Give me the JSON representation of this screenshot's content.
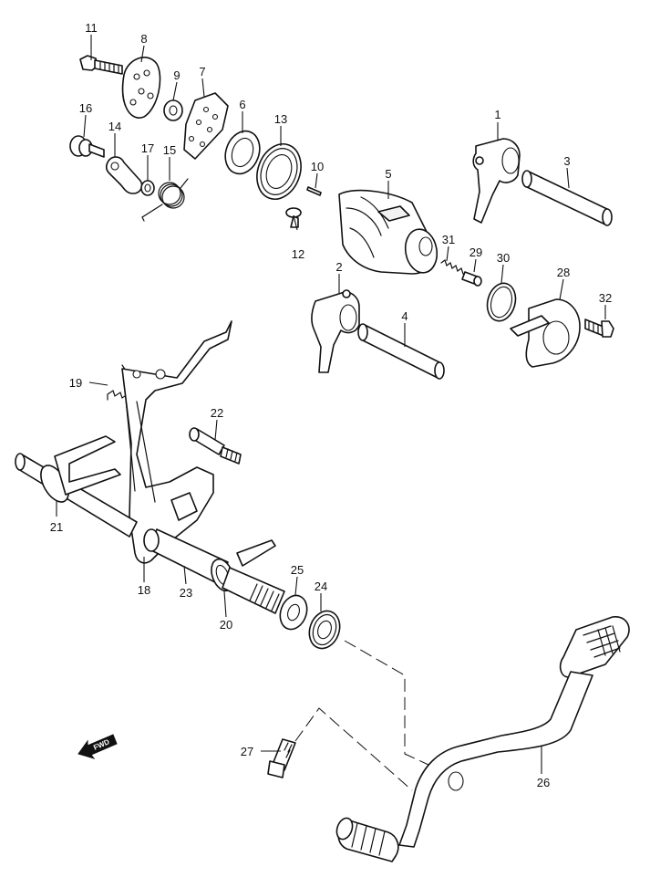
{
  "callouts": [
    "1",
    "2",
    "3",
    "4",
    "5",
    "6",
    "7",
    "8",
    "9",
    "10",
    "11",
    "12",
    "13",
    "14",
    "15",
    "16",
    "17",
    "18",
    "19",
    "20",
    "21",
    "22",
    "23",
    "24",
    "25",
    "26",
    "27",
    "28",
    "29",
    "30",
    "31",
    "32"
  ],
  "direction_label": "FWD",
  "colors": {
    "line": "#111111",
    "background": "#ffffff"
  }
}
